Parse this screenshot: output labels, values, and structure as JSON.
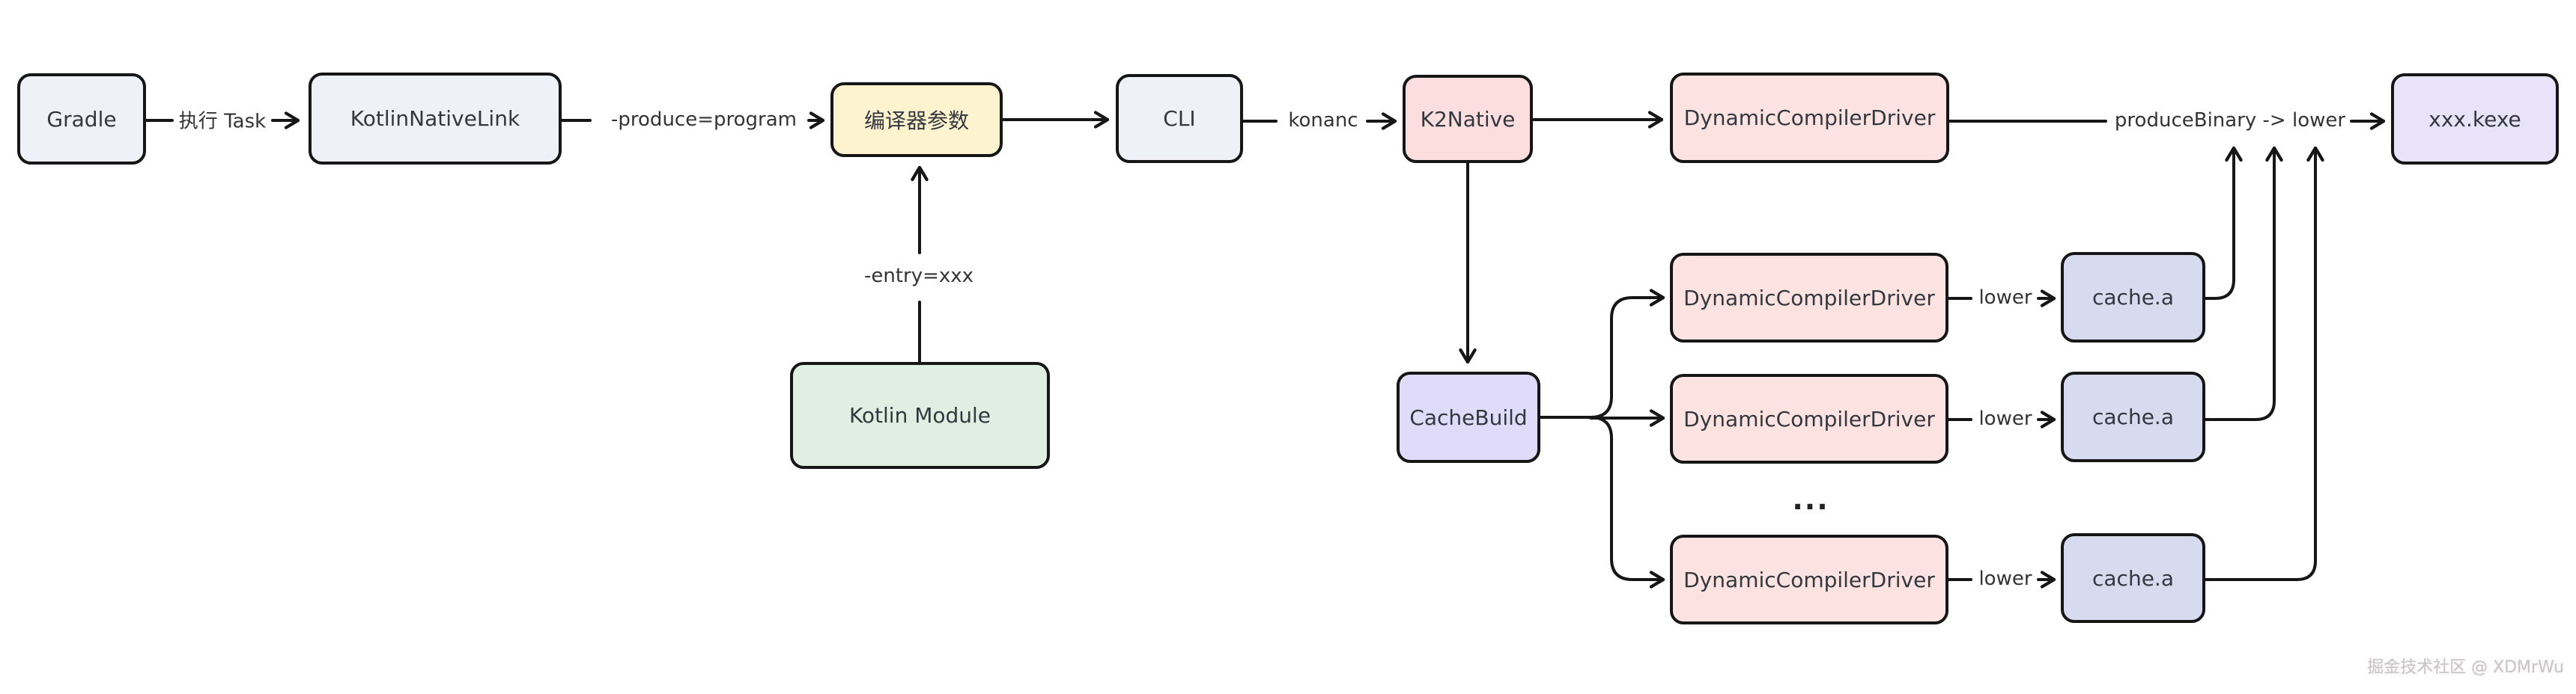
{
  "diagram": {
    "background": "#ffffff",
    "line_color": "#161616",
    "nodes": [
      {
        "id": "gradle",
        "label": "Gradle",
        "fill": "#eef1f8"
      },
      {
        "id": "kotlin-native-link",
        "label": "KotlinNativeLink",
        "fill": "#eef1f8"
      },
      {
        "id": "compiler-params",
        "label": "编译器参数",
        "fill": "#fdf3cf"
      },
      {
        "id": "cli",
        "label": "CLI",
        "fill": "#eef1f8"
      },
      {
        "id": "k2native",
        "label": "K2Native",
        "fill": "#fbdedd"
      },
      {
        "id": "dynamic-compiler-driver-top",
        "label": "DynamicCompilerDriver",
        "fill": "#fce3e1"
      },
      {
        "id": "xxx-kexe",
        "label": "xxx.kexe",
        "fill": "#e8e3f9"
      },
      {
        "id": "kotlin-module",
        "label": "Kotlin Module",
        "fill": "#dff0e2"
      },
      {
        "id": "cache-build",
        "label": "CacheBuild",
        "fill": "#dfdbf9"
      },
      {
        "id": "dynamic-compiler-driver-1",
        "label": "DynamicCompilerDriver",
        "fill": "#fce3e1"
      },
      {
        "id": "cache-a-1",
        "label": "cache.a",
        "fill": "#d7dbef"
      },
      {
        "id": "dynamic-compiler-driver-2",
        "label": "DynamicCompilerDriver",
        "fill": "#fce3e1"
      },
      {
        "id": "cache-a-2",
        "label": "cache.a",
        "fill": "#d7dbef"
      },
      {
        "id": "dynamic-compiler-driver-3",
        "label": "DynamicCompilerDriver",
        "fill": "#fce3e1"
      },
      {
        "id": "cache-a-3",
        "label": "cache.a",
        "fill": "#d7dbef"
      }
    ],
    "edge_labels": {
      "run_task": "执行 Task",
      "produce_program": "-produce=program",
      "konanc": "konanc",
      "produce_binary": "produceBinary -> lower",
      "entry": "-entry=xxx",
      "lower1": "lower",
      "lower2": "lower",
      "lower3": "lower",
      "ellipsis": "..."
    },
    "watermark": "掘金技术社区 @ XDMrWu"
  }
}
